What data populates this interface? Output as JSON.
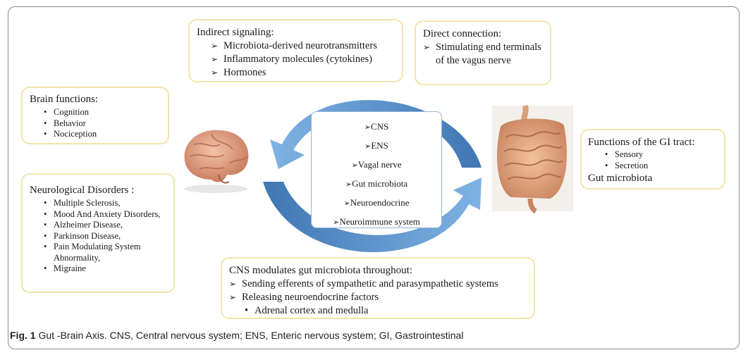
{
  "indirect": {
    "title": "Indirect signaling:",
    "items": [
      "Microbiota-derived neurotransmitters",
      "Inflammatory molecules (cytokines)",
      "Hormones"
    ]
  },
  "direct": {
    "title": "Direct connection:",
    "items": [
      "Stimulating end terminals of the vagus nerve"
    ]
  },
  "brain_functions": {
    "title": "Brain functions:",
    "items": [
      "Cognition",
      "Behavior",
      "Nociception"
    ]
  },
  "disorders": {
    "title": "Neurological Disorders :",
    "items": [
      "Multiple Sclerosis,",
      "Mood And Anxiety Disorders,",
      "Alzheimer Disease,",
      "Parkinson Disease,",
      "Pain Modulating System Abnormality,",
      "Migraine"
    ]
  },
  "gi": {
    "title": "Functions of the GI tract:",
    "items": [
      "Sensory",
      "Secretion"
    ],
    "footer": "Gut microbiota"
  },
  "center": {
    "items": [
      "CNS",
      "ENS",
      "Vagal nerve",
      "Gut microbiota",
      "Neuroendocrine",
      "Neuroimmune system"
    ]
  },
  "cns": {
    "title": "CNS modulates gut microbiota throughout:",
    "items": [
      "Sending efferents of sympathetic and parasympathetic systems",
      "Releasing neuroendocrine factors"
    ],
    "subitems": [
      "Adrenal cortex and medulla"
    ]
  },
  "caption": {
    "label": "Fig. 1",
    "text": " Gut -Brain Axis. CNS, Central nervous system; ENS, Enteric nervous system; GI, Gastrointestinal"
  },
  "colors": {
    "box_border": "#f3e3a8",
    "arrow_blue": "#4a86c5",
    "arrow_light": "#7fb3e3"
  }
}
